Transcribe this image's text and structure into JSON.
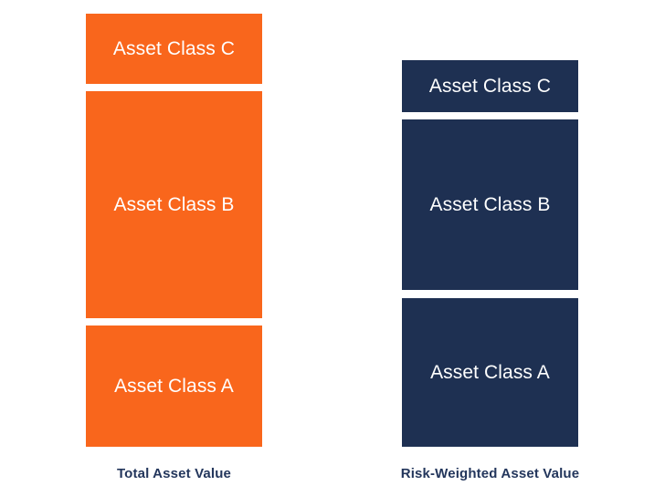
{
  "chart_data": {
    "type": "bar",
    "title": "",
    "subtitle": "",
    "xlabel": "",
    "ylabel": "",
    "stacked": true,
    "grid": false,
    "legend": "none",
    "orientation": "vertical",
    "axis_visible": false,
    "tick_labels": [],
    "categories": [
      "Total Asset Value",
      "Risk-Weighted Asset Value"
    ],
    "segment_order_bottom_to_top": [
      "Asset Class A",
      "Asset Class B",
      "Asset Class C"
    ],
    "series": [
      {
        "name": "Asset Class A",
        "values": [
          133,
          163
        ],
        "color": "#f9661c"
      },
      {
        "name": "Asset Class B",
        "values": [
          249,
          187
        ],
        "color": "#f9661c"
      },
      {
        "name": "Asset Class C",
        "values": [
          77,
          57
        ],
        "color": "#f9661c"
      }
    ],
    "column_colors": [
      "#f9661c",
      "#1e3052"
    ],
    "totals": [
      459,
      407
    ],
    "ylim": [
      0,
      475
    ]
  },
  "colors": {
    "background": "#ffffff",
    "orange": "#f9661c",
    "navy": "#1e3052",
    "label_text": "#23365c",
    "segment_text": "#ffffff"
  },
  "columns": [
    {
      "id": "total-asset-value",
      "label": "Total Asset Value",
      "color": "#f9661c",
      "segments": [
        {
          "id": "class-c",
          "label": "Asset Class C"
        },
        {
          "id": "class-b",
          "label": "Asset Class B"
        },
        {
          "id": "class-a",
          "label": "Asset Class A"
        }
      ]
    },
    {
      "id": "risk-weighted-asset-value",
      "label": "Risk-Weighted Asset Value",
      "color": "#1e3052",
      "segments": [
        {
          "id": "class-c",
          "label": "Asset Class C"
        },
        {
          "id": "class-b",
          "label": "Asset Class B"
        },
        {
          "id": "class-a",
          "label": "Asset Class A"
        }
      ]
    }
  ]
}
